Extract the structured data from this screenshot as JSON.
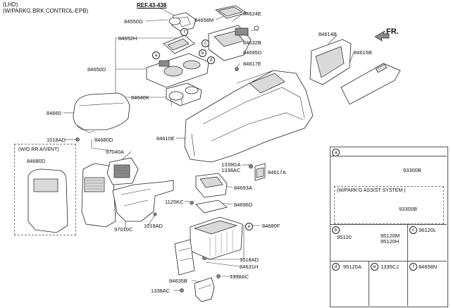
{
  "header": {
    "line1": "(LHD)",
    "line2": "(W/PARKG BRK CONTROL-EPB)",
    "ref": "REF.43-438",
    "direction": "FR."
  },
  "callouts": {
    "p84550G": "84550G",
    "p84658M": "84658M",
    "p84624E": "84624E",
    "p84632B": "84632B",
    "p84652H": "84652H",
    "p84695D": "84695D",
    "p84617E": "84617E",
    "p84650D": "84650D",
    "p84640K": "84640K",
    "p84614B": "84614B",
    "p84615B": "84615B",
    "p84660": "84660",
    "p1018AD_a": "1018AD",
    "p84680D": "84680D",
    "p97040A": "97040A",
    "p84610E": "84610E",
    "p1339GA": "1339GA",
    "p1338AC_a": "1338AC",
    "p84617A": "84617A",
    "p84693A": "84693A",
    "p1125KC": "1125KC",
    "p84696D": "84696D",
    "p1018AD_b": "1018AD",
    "p97010C": "97010C",
    "p84680F": "84680F",
    "p1018AD_c": "1018AD",
    "p84631H": "84631H",
    "p84635B": "84635B",
    "p1338AC_b": "1338AC",
    "p1338AC_c": "1338AC"
  },
  "no_vent_box": {
    "title": "(W/O RR A/VENT)",
    "part": "84680D"
  },
  "letters": [
    "a",
    "b",
    "c",
    "d",
    "e",
    "f"
  ],
  "detail_panel": {
    "a": {
      "letter": "a",
      "part": "93300B",
      "assist_title": "(W/PARK'G ASSIST SYSTEM )",
      "assist_part": "93300B"
    },
    "b": {
      "letter": "b",
      "left_part": "95120",
      "right_part_1": "95120M",
      "right_part_2": "95120H"
    },
    "c": {
      "letter": "c",
      "part": "96120L"
    },
    "d": {
      "letter": "d",
      "part": "95120A"
    },
    "e": {
      "letter": "e",
      "part": "1335CJ"
    },
    "f": {
      "letter": "f",
      "part": "84658N"
    }
  }
}
